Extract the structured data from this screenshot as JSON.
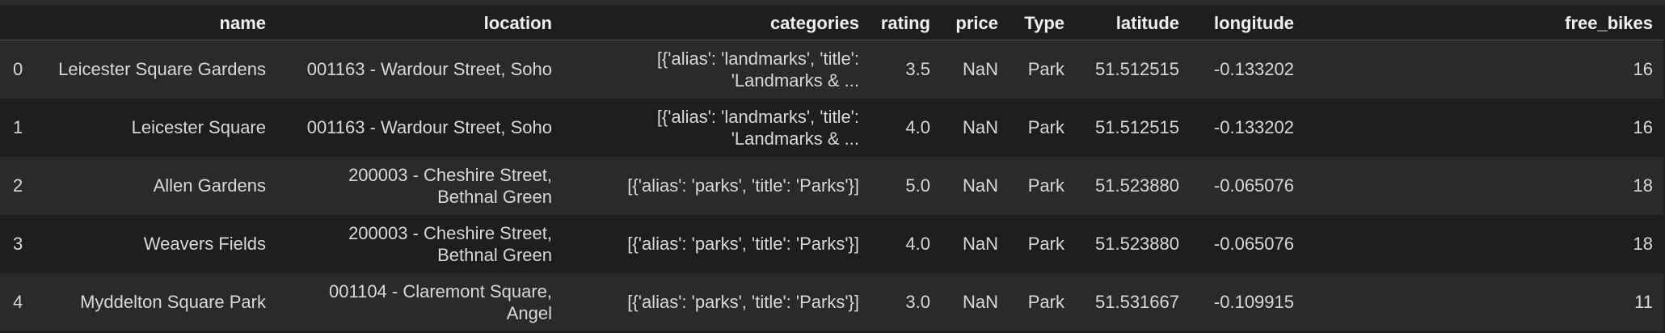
{
  "columns": [
    "",
    "name",
    "location",
    "categories",
    "rating",
    "price",
    "Type",
    "latitude",
    "longitude",
    "free_bikes"
  ],
  "rows": [
    [
      "0",
      "Leicester Square Gardens",
      "001163 - Wardour Street, Soho",
      "[{'alias': 'landmarks', 'title': 'Landmarks & ...",
      "3.5",
      "NaN",
      "Park",
      "51.512515",
      "-0.133202",
      "16"
    ],
    [
      "1",
      "Leicester Square",
      "001163 - Wardour Street, Soho",
      "[{'alias': 'landmarks', 'title': 'Landmarks & ...",
      "4.0",
      "NaN",
      "Park",
      "51.512515",
      "-0.133202",
      "16"
    ],
    [
      "2",
      "Allen Gardens",
      "200003 - Cheshire Street, Bethnal Green",
      "[{'alias': 'parks', 'title': 'Parks'}]",
      "5.0",
      "NaN",
      "Park",
      "51.523880",
      "-0.065076",
      "18"
    ],
    [
      "3",
      "Weavers Fields",
      "200003 - Cheshire Street, Bethnal Green",
      "[{'alias': 'parks', 'title': 'Parks'}]",
      "4.0",
      "NaN",
      "Park",
      "51.523880",
      "-0.065076",
      "18"
    ],
    [
      "4",
      "Myddelton Square Park",
      "001104 - Claremont Square, Angel",
      "[{'alias': 'parks', 'title': 'Parks'}]",
      "3.0",
      "NaN",
      "Park",
      "51.531667",
      "-0.109915",
      "11"
    ]
  ]
}
